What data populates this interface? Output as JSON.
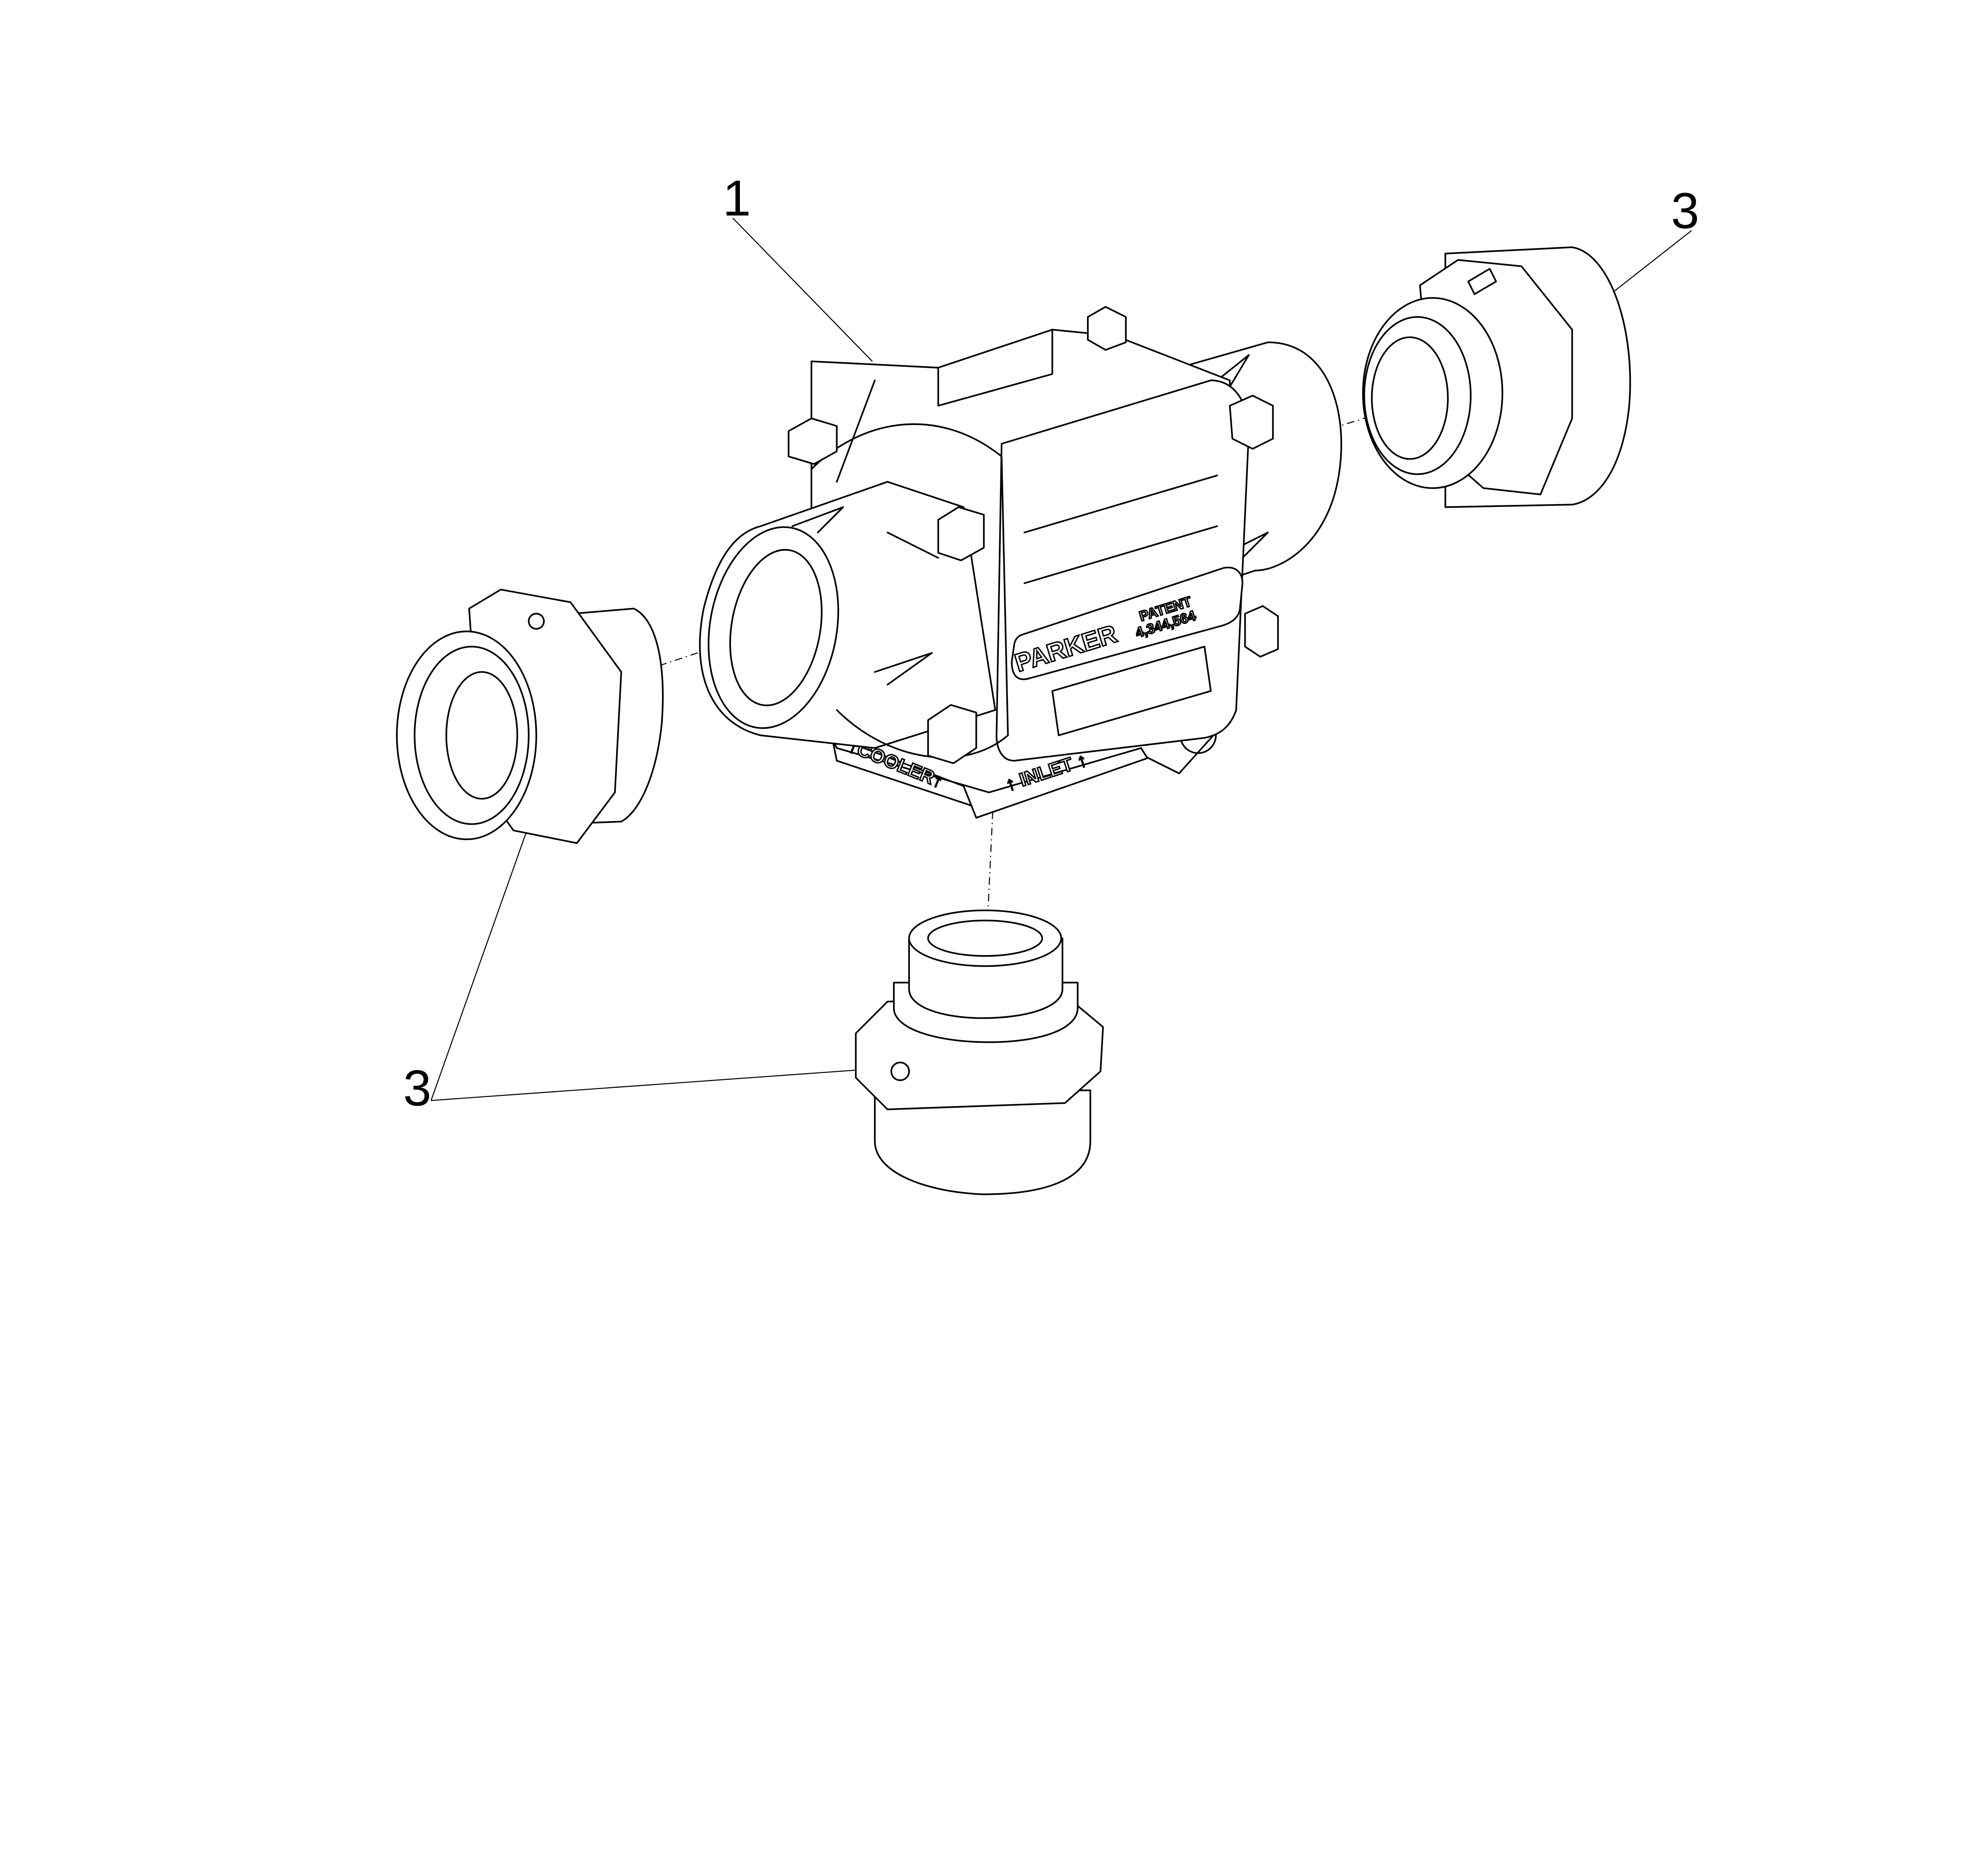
{
  "drawing": {
    "callouts": [
      {
        "number": "1",
        "part": "valve-body"
      },
      {
        "number": "3",
        "part": "fitting-right"
      },
      {
        "number": "3",
        "part": "fitting-left-and-bottom"
      }
    ],
    "body_markings": {
      "brand": "PARKER",
      "patent_label": "PATENT",
      "patent_number": "4,344,564",
      "port_cooler": "↑COOLER↑",
      "port_inlet": "↑ INLET ↑"
    }
  }
}
